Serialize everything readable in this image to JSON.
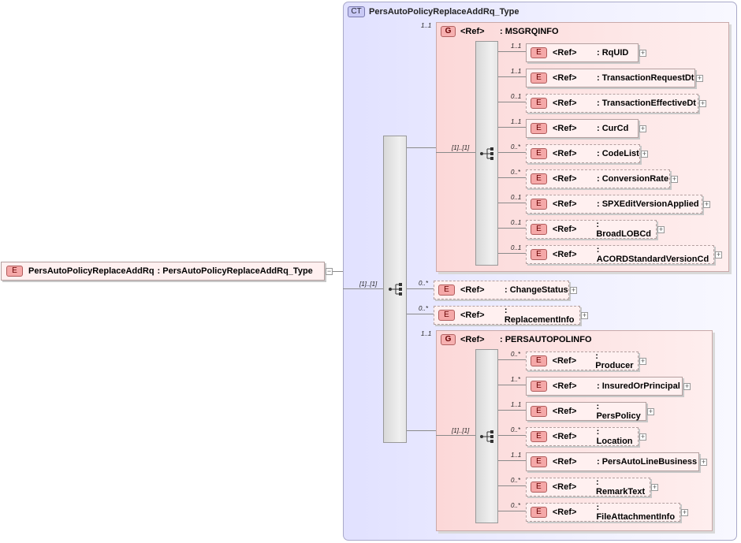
{
  "root": {
    "badge": "E",
    "name": "PersAutoPolicyReplaceAddRq",
    "type": ": PersAutoPolicyReplaceAddRq_Type",
    "toggle": "−"
  },
  "complex_type": {
    "badge": "CT",
    "name": "PersAutoPolicyReplaceAddRq_Type"
  },
  "main_sequence": {
    "multiplicity": "[1]..[1]"
  },
  "group_msgrq": {
    "multiplicity": "1..1",
    "badge": "G",
    "ref": "<Ref>",
    "name": ": MSGRQINFO",
    "seq_multiplicity": "[1]..[1]",
    "items": [
      {
        "mult": "1..1",
        "name": ": RqUID",
        "optional": false
      },
      {
        "mult": "1..1",
        "name": ": TransactionRequestDt",
        "optional": false
      },
      {
        "mult": "0..1",
        "name": ": TransactionEffectiveDt",
        "optional": true
      },
      {
        "mult": "1..1",
        "name": ": CurCd",
        "optional": false
      },
      {
        "mult": "0..*",
        "name": ": CodeList",
        "optional": true
      },
      {
        "mult": "0..*",
        "name": ": ConversionRate",
        "optional": true
      },
      {
        "mult": "0..1",
        "name": ": SPXEditVersionApplied",
        "optional": true
      },
      {
        "mult": "0..1",
        "name": ": BroadLOBCd",
        "optional": true
      },
      {
        "mult": "0..1",
        "name": ": ACORDStandardVersionCd",
        "optional": true
      }
    ]
  },
  "mid_elements": [
    {
      "mult": "0..*",
      "name": ": ChangeStatus",
      "optional": true
    },
    {
      "mult": "0..*",
      "name": ": ReplacementInfo",
      "optional": true
    }
  ],
  "group_persauto": {
    "multiplicity": "1..1",
    "badge": "G",
    "ref": "<Ref>",
    "name": ": PERSAUTOPOLINFO",
    "seq_multiplicity": "[1]..[1]",
    "items": [
      {
        "mult": "0..*",
        "name": ": Producer",
        "optional": true
      },
      {
        "mult": "1..*",
        "name": ": InsuredOrPrincipal",
        "optional": false
      },
      {
        "mult": "1..1",
        "name": ": PersPolicy",
        "optional": false
      },
      {
        "mult": "0..*",
        "name": ": Location",
        "optional": true
      },
      {
        "mult": "1..1",
        "name": ": PersAutoLineBusiness",
        "optional": false
      },
      {
        "mult": "0..*",
        "name": ": RemarkText",
        "optional": true
      },
      {
        "mult": "0..*",
        "name": ": FileAttachmentInfo",
        "optional": true
      }
    ]
  },
  "labels": {
    "element_badge": "E",
    "ref": "<Ref>",
    "expand": "+"
  }
}
